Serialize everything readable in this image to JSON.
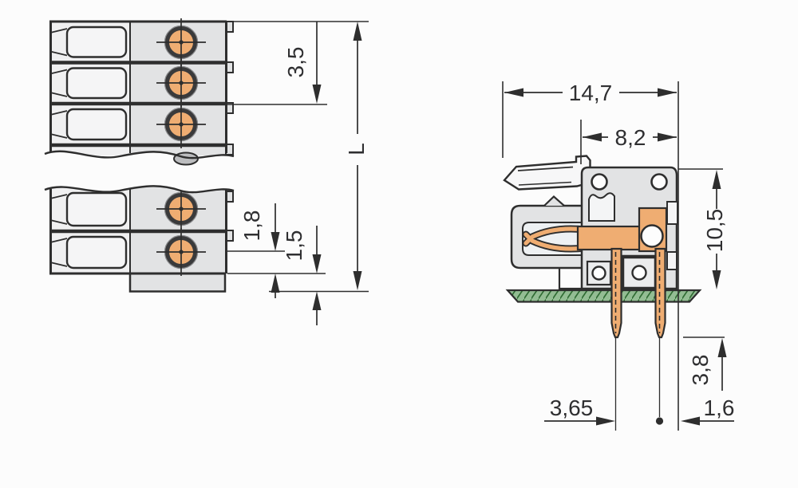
{
  "drawing": {
    "front_view": {
      "pitch": "3,5",
      "contact_to_base": "1,8",
      "base_height": "1,5",
      "total_length": "L"
    },
    "side_view": {
      "overall_depth": "14,7",
      "housing_depth": "8,2",
      "height_above_pcb": "10,5",
      "pin_protrusion": "3,8",
      "pin_to_edge": "1,6",
      "pin_spread": "3,65"
    },
    "colors": {
      "housing_gray": "#e2e3e4",
      "contact_orange": "#efad72",
      "pcb_green": "#93bd93",
      "line": "#2e2e2e"
    }
  }
}
